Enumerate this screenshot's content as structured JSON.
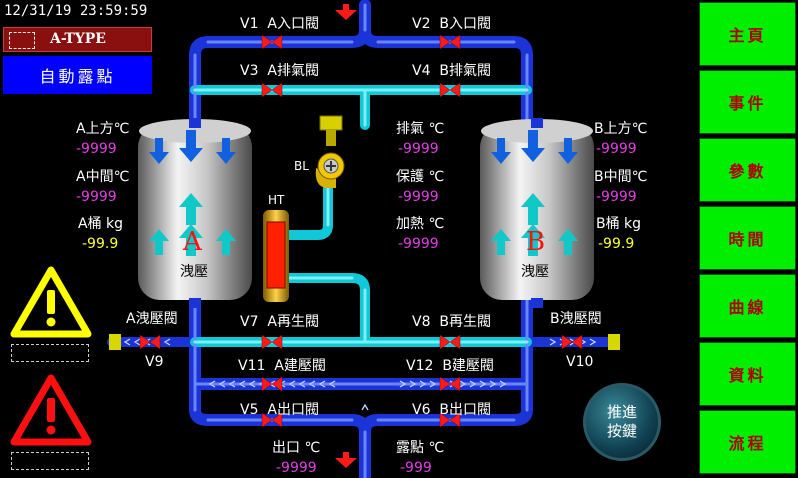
{
  "header": {
    "datetime": "12/31/19  23:59:59",
    "mode": "A-TYPE",
    "auto_label": "自動露點"
  },
  "menu": [
    "主頁",
    "事件",
    "參數",
    "時間",
    "曲線",
    "資料",
    "流程"
  ],
  "valves": {
    "v1": {
      "id": "V1",
      "name": "A入口閥"
    },
    "v2": {
      "id": "V2",
      "name": "B入口閥"
    },
    "v3": {
      "id": "V3",
      "name": "A排氣閥"
    },
    "v4": {
      "id": "V4",
      "name": "B排氣閥"
    },
    "v7": {
      "id": "V7",
      "name": "A再生閥"
    },
    "v8": {
      "id": "V8",
      "name": "B再生閥"
    },
    "v9": {
      "id": "V9"
    },
    "v10": {
      "id": "V10"
    },
    "v11": {
      "id": "V11",
      "name": "A建壓閥"
    },
    "v12": {
      "id": "V12",
      "name": "B建壓閥"
    },
    "v5": {
      "id": "V5",
      "name": "A出口閥"
    },
    "v6": {
      "id": "V6",
      "name": "B出口閥"
    },
    "a_relief": "A洩壓閥",
    "b_relief": "B洩壓閥"
  },
  "tankA": {
    "top_label": "A上方℃",
    "top_value": "-9999",
    "mid_label": "A中間℃",
    "mid_value": "-9999",
    "weight_label": "A桶 kg",
    "weight_value": "-99.9",
    "letter": "A",
    "relief": "洩壓"
  },
  "tankB": {
    "top_label": "B上方℃",
    "top_value": "-9999",
    "mid_label": "B中間℃",
    "mid_value": "-9999",
    "weight_label": "B桶 kg",
    "weight_value": "-99.9",
    "letter": "B",
    "relief": "洩壓"
  },
  "center": {
    "exhaust_label": "排氣 ℃",
    "exhaust_value": "-9999",
    "protect_label": "保護 ℃",
    "protect_value": "-9999",
    "heat_label": "加熱 ℃",
    "heat_value": "-9999",
    "blower": "BL",
    "heater": "HT"
  },
  "outlet": {
    "label": "出口 ℃",
    "value": "-9999"
  },
  "dewpoint": {
    "label": "露點 ℃",
    "value": "-999"
  },
  "push_button": {
    "line1": "推進",
    "line2": "按鍵"
  },
  "colors": {
    "pipe_blue": "#1f3fe0",
    "pipe_cyan": "#10c8d8",
    "valve_red": "#ff1a1a",
    "menu_green": "#00ee00",
    "alarm_yellow": "#ffff00",
    "alarm_red": "#ff1010"
  }
}
